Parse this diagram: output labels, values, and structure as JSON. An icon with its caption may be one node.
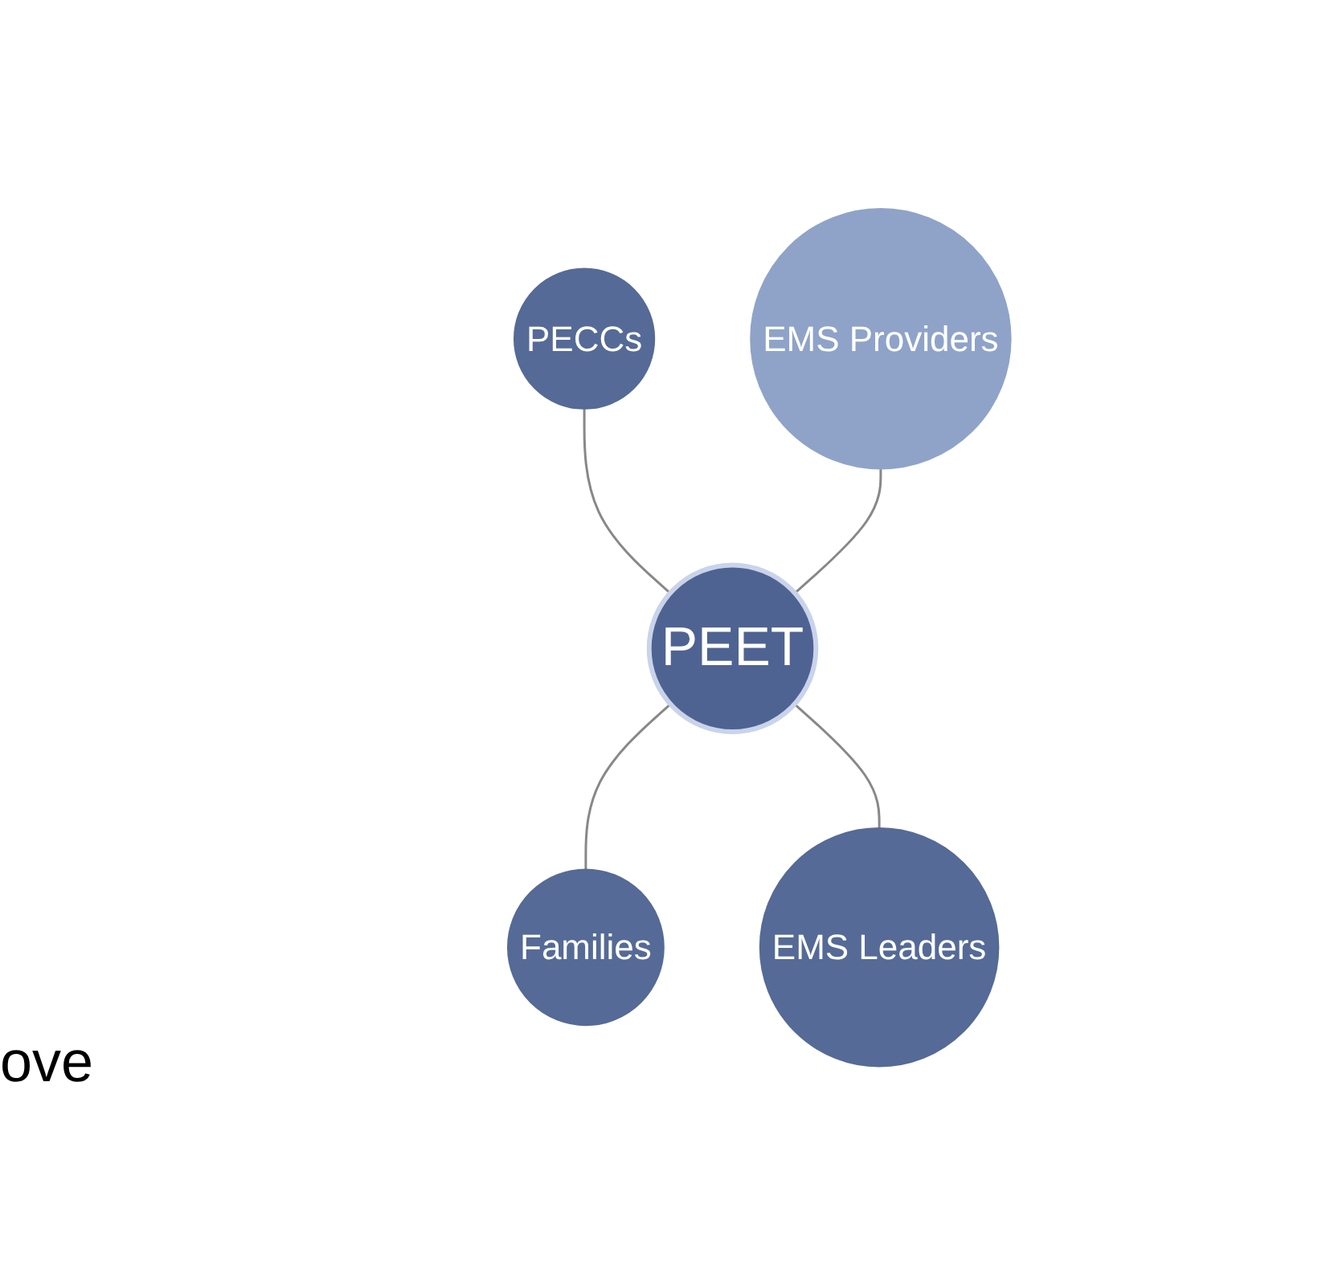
{
  "diagram": {
    "nodes": [
      {
        "text": [
          "PECCs"
        ]
      },
      {
        "text": [
          "EMS Providers"
        ]
      },
      {
        "text": [
          "PEET"
        ]
      },
      {
        "text": [
          "Families"
        ]
      },
      {
        "text": [
          "EMS Leaders"
        ]
      }
    ],
    "edges": [
      {
        "from": 0,
        "to": 2,
        "arrow": "none"
      },
      {
        "from": 1,
        "to": 2,
        "arrow": "none"
      },
      {
        "from": 2,
        "to": 3,
        "arrow": "none"
      },
      {
        "from": 2,
        "to": 4,
        "arrow": "none"
      }
    ],
    "labels": [
      "ove"
    ]
  }
}
